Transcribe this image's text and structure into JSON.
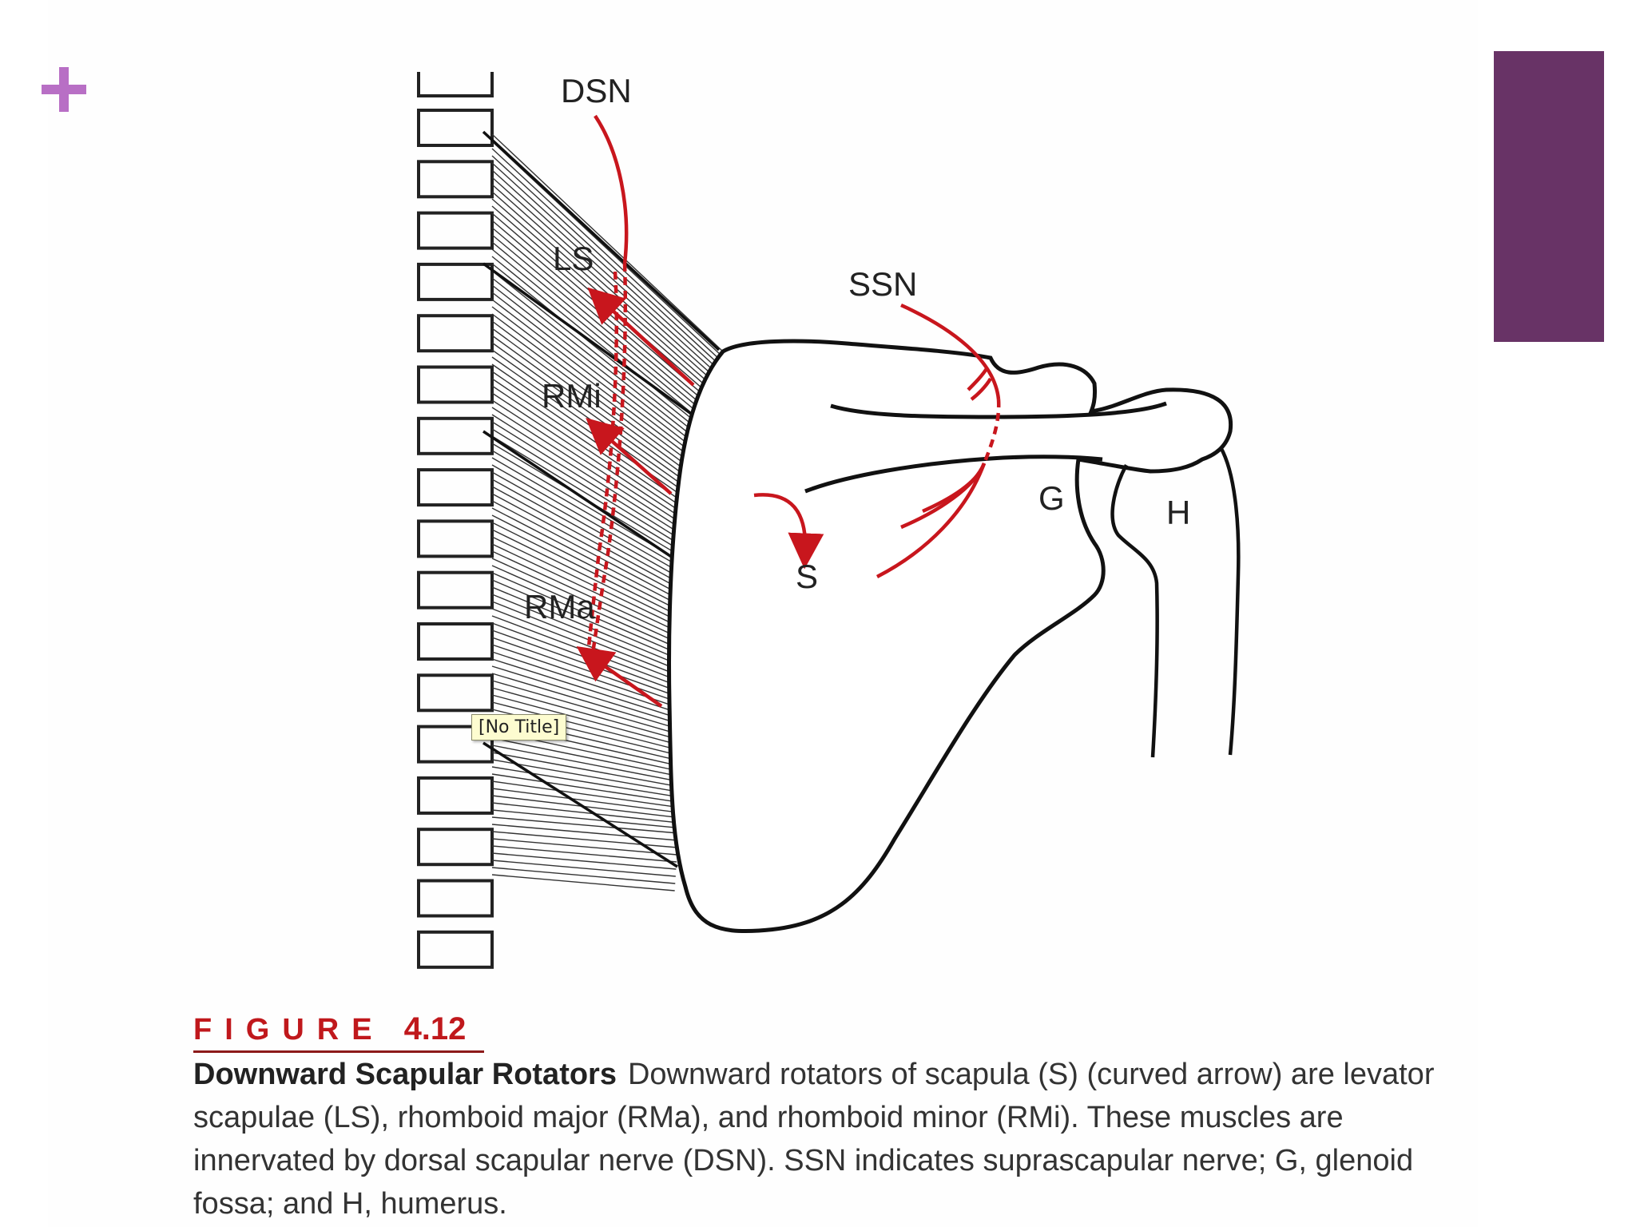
{
  "slide": {
    "plus_icon": "plus-icon",
    "accent_color": "#683366",
    "plus_color": "#b86fc5"
  },
  "diagram": {
    "labels": {
      "dsn": "DSN",
      "ls": "LS",
      "rmi": "RMi",
      "rma": "RMa",
      "ssn": "SSN",
      "s": "S",
      "g": "G",
      "h": "H"
    },
    "nerve_color": "#c8161d",
    "tooltip": "[No Title]"
  },
  "figure": {
    "word": "FIGURE",
    "number": "4.12",
    "caption_title": "Downward Scapular Rotators",
    "caption_text": "Downward rotators of scapula (S) (curved arrow) are levator scapulae (LS), rhomboid major (RMa), and rhomboid minor (RMi). These muscles are innervated by dorsal scapular nerve (DSN).  SSN indicates suprascapular nerve; G, glenoid fossa; and H, humerus."
  }
}
